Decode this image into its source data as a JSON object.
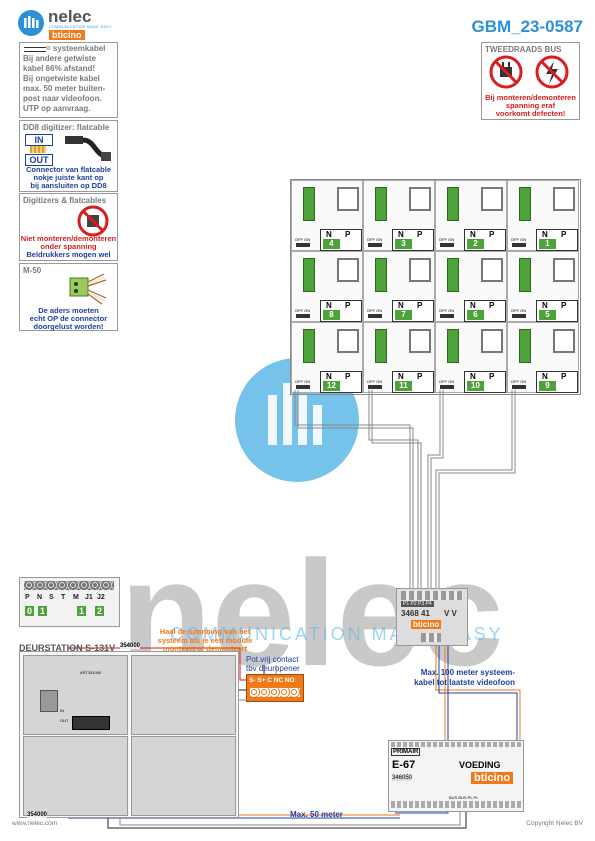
{
  "brand": {
    "name": "nelec",
    "tagline": "COMMUNICATION MADE EASY",
    "partner": "bticino",
    "color": "#2d8fd8"
  },
  "doc": {
    "code": "GBM_23-0587",
    "footer_left": "www.nelec.com",
    "footer_right": "Copyright Nelec BV"
  },
  "watermark": {
    "text": "nelec",
    "tagline": "COMMUNICATION MADE EASY"
  },
  "legend": {
    "cable_label": "= systeemkabel",
    "cable_lines": [
      "Bij andere getwiste",
      "kabel 66% afstand!",
      "Bij ongetwiste kabel",
      "max. 50 meter buiten-",
      "post naar videofoon.",
      "UTP op aanvraag."
    ],
    "dd8_title": "DD8 digitizer: flatcable",
    "dd8_in": "IN",
    "dd8_out": "OUT",
    "dd8_note": [
      "Connector van flatcable",
      "nokje juiste kant op",
      "bij aansluiten op DD8"
    ],
    "flat_title": "Digitizers & flatcables",
    "flat_note_red": [
      "Niet monteren/demonteren",
      "onder spanning"
    ],
    "flat_note_blue": "Beldrukkers mogen wel",
    "m50_title": "M-50",
    "m50_note": [
      "De aders moeten",
      "echt OP de connector",
      "doorgelust worden!"
    ]
  },
  "bus": {
    "title": "TWEEDRAADS BUS",
    "note": [
      "Bij monteren/demonteren",
      "spanning eraf",
      "voorkomt defecten!"
    ]
  },
  "monitors": {
    "label_n": "N",
    "label_p": "P",
    "off_on": "OFF ON",
    "rows": [
      [
        "4",
        "3",
        "2",
        "1"
      ],
      [
        "8",
        "7",
        "6",
        "5"
      ],
      [
        "12",
        "11",
        "10",
        "9"
      ]
    ]
  },
  "distributor": {
    "ports": "P1 P2 P3 P4",
    "model": "3468 41",
    "vv": "V V"
  },
  "door_station": {
    "title": "DEURSTATION S-131V",
    "code_top": "354000",
    "code_bottom": "354000",
    "module_code": "ART351000",
    "dip_labels": [
      "P",
      "N",
      "S",
      "T",
      "M",
      "J1",
      "J2"
    ],
    "dip_values": [
      "0",
      "1",
      "1",
      "2"
    ],
    "in_label": "IN",
    "out_label": "OUT"
  },
  "warning_module": [
    "Haal de spanning van het",
    "systeem als je een module",
    "monteert of demonteert"
  ],
  "relay": {
    "title": [
      "Pot.vrij contact",
      "tbv deuropener"
    ],
    "terminals": "S-  S+ C  NC NO"
  },
  "power": {
    "primair": "PRIMAIR",
    "model": "E-67",
    "voeding": "VOEDING",
    "code": "346050",
    "terminals": "BUS  BUS  PL  PL"
  },
  "cable_notes": {
    "max100": [
      "Max. 100 meter systeem-",
      "kabel tot laatste videofoon"
    ],
    "max50": "Max. 50 meter"
  },
  "colors": {
    "blue": "#1f3f9f",
    "red": "#d81e1e",
    "orange": "#f07a1a",
    "green": "#2a8a2a",
    "brand": "#2d8fd8"
  }
}
